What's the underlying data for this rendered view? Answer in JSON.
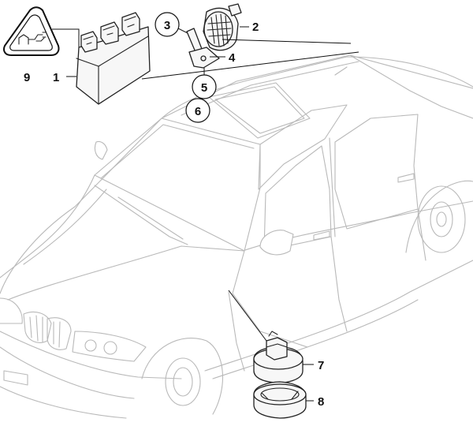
{
  "callouts": {
    "c1": "1",
    "c2": "2",
    "c3": "3",
    "c4": "4",
    "c5": "5",
    "c6": "6",
    "c7": "7",
    "c8": "8",
    "c9": "9"
  },
  "colors": {
    "car_outline": "#b9b9b9",
    "part_outline": "#222222",
    "background": "#ffffff"
  }
}
